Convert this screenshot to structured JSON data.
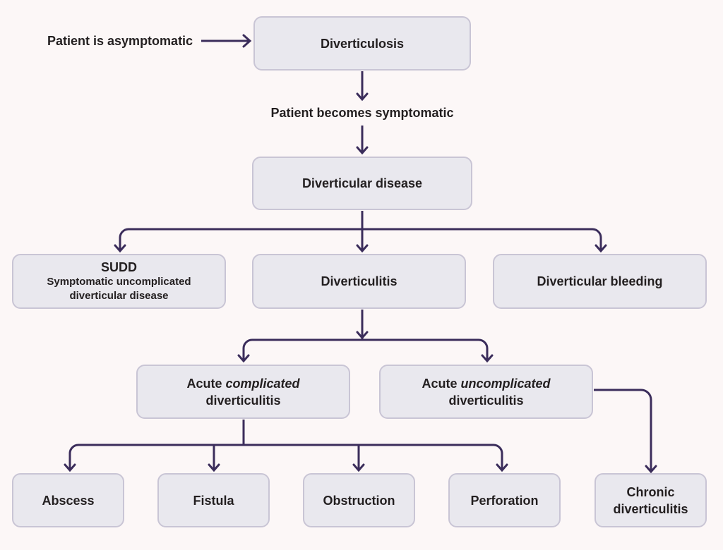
{
  "colors": {
    "background": "#fcf7f7",
    "box_fill": "#e9e8ee",
    "box_border": "#c9c5d5",
    "arrow": "#3b2d5b",
    "text": "#231f20"
  },
  "labels": {
    "asymptomatic": "Patient is asymptomatic",
    "symptomatic": "Patient becomes symptomatic"
  },
  "nodes": {
    "diverticulosis": "Diverticulosis",
    "diverticular_disease": "Diverticular disease",
    "sudd": {
      "title": "SUDD",
      "subtitle_line1": "Symptomatic uncomplicated",
      "subtitle_line2": "diverticular disease"
    },
    "diverticulitis": "Diverticulitis",
    "diverticular_bleeding": "Diverticular bleeding",
    "acute_complicated": {
      "prefix": "Acute",
      "emphasis": "complicated",
      "line2": "diverticulitis"
    },
    "acute_uncomplicated": {
      "prefix": "Acute",
      "emphasis": "uncomplicated",
      "line2": "diverticulitis"
    },
    "abscess": "Abscess",
    "fistula": "Fistula",
    "obstruction": "Obstruction",
    "perforation": "Perforation",
    "chronic_diverticulitis": {
      "line1": "Chronic",
      "line2": "diverticulitis"
    }
  }
}
